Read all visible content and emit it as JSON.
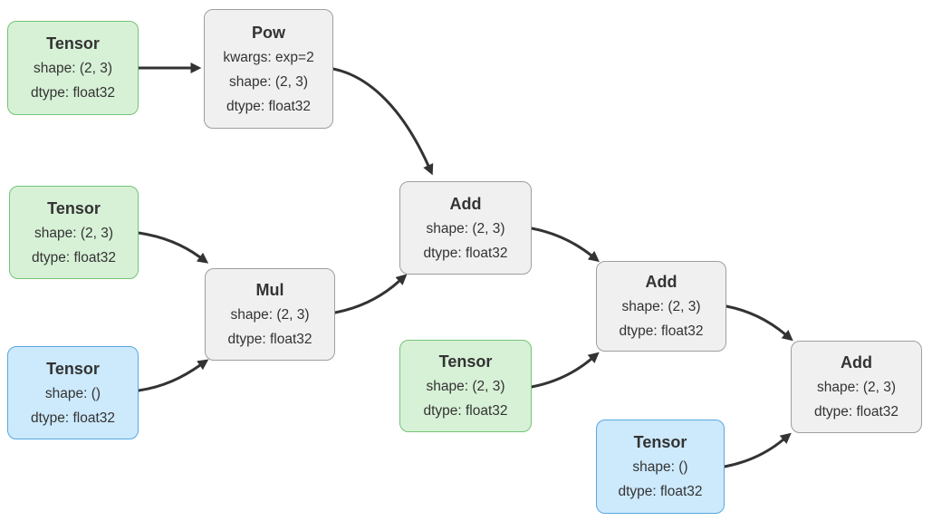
{
  "diagram": {
    "type": "tensor-computation-graph",
    "colors": {
      "tensor_green_fill": "#d7f1d7",
      "tensor_green_border": "#74c476",
      "tensor_blue_fill": "#cde9fc",
      "tensor_blue_border": "#56a8e0",
      "op_fill": "#f0f0f0",
      "op_border": "#9e9e9e",
      "edge": "#333333",
      "text": "#333333"
    },
    "nodes": [
      {
        "id": "tensor-a",
        "kind": "tensor-green",
        "title": "Tensor",
        "lines": [
          "shape: (2, 3)",
          "dtype: float32"
        ]
      },
      {
        "id": "pow",
        "kind": "op",
        "title": "Pow",
        "lines": [
          "kwargs: exp=2",
          "shape: (2, 3)",
          "dtype: float32"
        ]
      },
      {
        "id": "tensor-b",
        "kind": "tensor-green",
        "title": "Tensor",
        "lines": [
          "shape: (2, 3)",
          "dtype: float32"
        ]
      },
      {
        "id": "tensor-c",
        "kind": "tensor-blue",
        "title": "Tensor",
        "lines": [
          "shape: ()",
          "dtype: float32"
        ]
      },
      {
        "id": "mul",
        "kind": "op",
        "title": "Mul",
        "lines": [
          "shape: (2, 3)",
          "dtype: float32"
        ]
      },
      {
        "id": "add-1",
        "kind": "op",
        "title": "Add",
        "lines": [
          "shape: (2, 3)",
          "dtype: float32"
        ]
      },
      {
        "id": "tensor-d",
        "kind": "tensor-green",
        "title": "Tensor",
        "lines": [
          "shape: (2, 3)",
          "dtype: float32"
        ]
      },
      {
        "id": "add-2",
        "kind": "op",
        "title": "Add",
        "lines": [
          "shape: (2, 3)",
          "dtype: float32"
        ]
      },
      {
        "id": "tensor-e",
        "kind": "tensor-blue",
        "title": "Tensor",
        "lines": [
          "shape: ()",
          "dtype: float32"
        ]
      },
      {
        "id": "add-3",
        "kind": "op",
        "title": "Add",
        "lines": [
          "shape: (2, 3)",
          "dtype: float32"
        ]
      }
    ],
    "edges": [
      {
        "from": "tensor-a",
        "to": "pow"
      },
      {
        "from": "pow",
        "to": "add-1"
      },
      {
        "from": "tensor-b",
        "to": "mul"
      },
      {
        "from": "tensor-c",
        "to": "mul"
      },
      {
        "from": "mul",
        "to": "add-1"
      },
      {
        "from": "add-1",
        "to": "add-2"
      },
      {
        "from": "tensor-d",
        "to": "add-2"
      },
      {
        "from": "add-2",
        "to": "add-3"
      },
      {
        "from": "tensor-e",
        "to": "add-3"
      }
    ]
  }
}
